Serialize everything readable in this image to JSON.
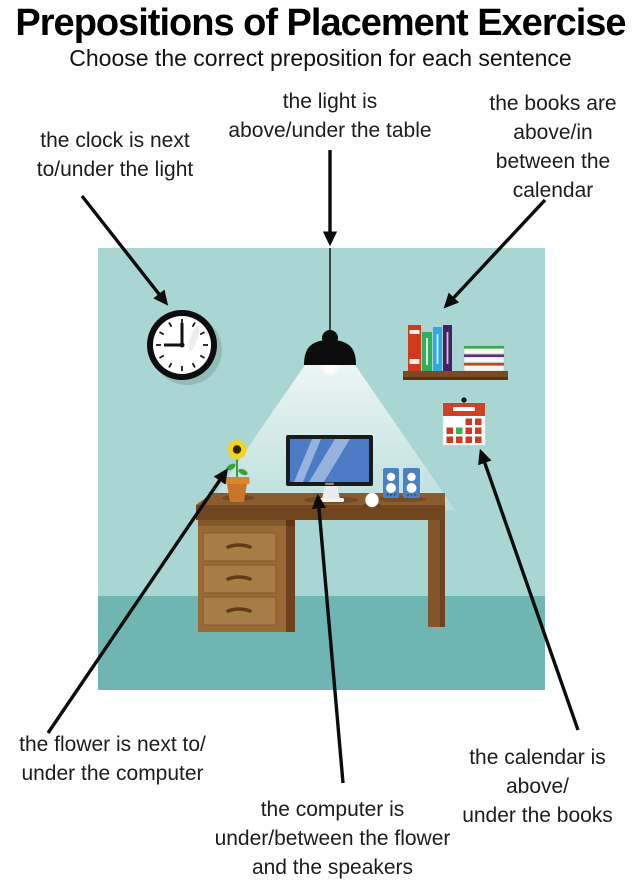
{
  "header": {
    "title": "Prepositions of Placement Exercise",
    "subtitle": "Choose the correct preposition for each sentence"
  },
  "labels": {
    "clock": {
      "lines": [
        "the clock is  next",
        "to/under the light"
      ]
    },
    "light": {
      "lines": [
        "the light is",
        "above/under the table"
      ]
    },
    "books": {
      "lines": [
        "the books are",
        "above/in",
        "between the",
        "calendar"
      ]
    },
    "flower": {
      "lines": [
        "the flower is next to/",
        "under the computer"
      ]
    },
    "computer": {
      "lines": [
        "the computer is",
        "under/between the flower",
        "and the speakers"
      ]
    },
    "calendar": {
      "lines": [
        "the calendar is",
        "above/",
        "under the books"
      ]
    }
  },
  "scene": {
    "objects": [
      "wall-clock",
      "hanging-lamp",
      "light-beam",
      "bookshelf",
      "books",
      "calendar",
      "desk",
      "drawers",
      "computer-monitor",
      "mouse",
      "speakers",
      "flower-pot"
    ],
    "clock_time": "9:00",
    "colors": {
      "wall": "#a9d6d2",
      "floor": "#6fb5b1",
      "desk_top": "#8a5c2e",
      "desk_front": "#71461f",
      "cabinet": "#9a6a36",
      "drawer": "#a87c46",
      "monitor_screen": "#4a7bc4",
      "speaker_blue": "#4a80c4",
      "book_red": "#cf3a1e",
      "book_green": "#2fae5b",
      "book_cyan": "#2fa9de",
      "book_purple": "#472063",
      "shelf_brown": "#7b4a22",
      "calendar_red": "#cf4125",
      "calendar_green": "#3bb24a",
      "flower_yellow": "#f4d327",
      "pot_orange": "#d07f2e",
      "arrow_black": "#0c0c0c"
    }
  }
}
